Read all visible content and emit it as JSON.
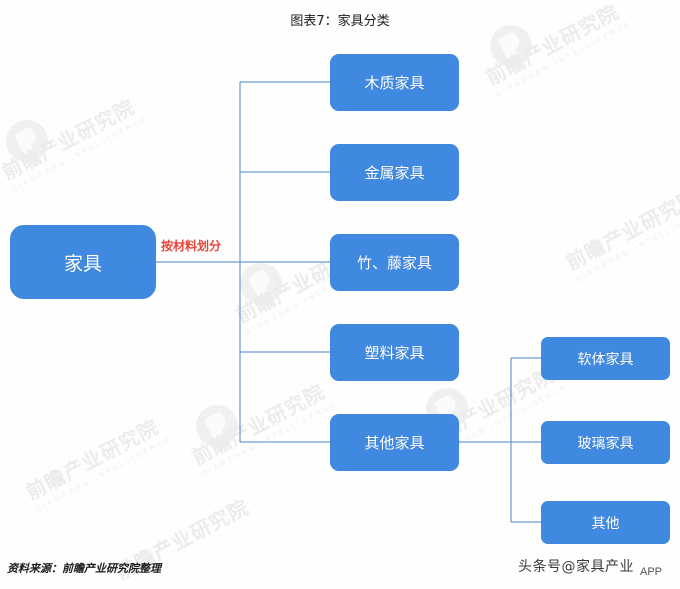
{
  "title": "图表7：家具分类",
  "colors": {
    "node_fill": "#4089e0",
    "node_text": "#ffffff",
    "edge_line": "#4a86c8",
    "edge_label": "#e8453c",
    "watermark": "#ececec"
  },
  "diagram": {
    "root": {
      "label": "家具"
    },
    "branch_label": "按材料划分",
    "level1": [
      {
        "label": "木质家具"
      },
      {
        "label": "金属家具"
      },
      {
        "label": "竹、藤家具"
      },
      {
        "label": "塑料家具"
      },
      {
        "label": "其他家具"
      }
    ],
    "level2_parent": "其他家具",
    "level2": [
      {
        "label": "软体家具"
      },
      {
        "label": "玻璃家具"
      },
      {
        "label": "其他"
      }
    ]
  },
  "footer": {
    "source": "资料来源：前瞻产业研究院整理",
    "byline": "头条号@家具产业",
    "app_tag": "APP"
  },
  "watermarks": {
    "text": "前瞻产业研究院",
    "subtext": "QIANZHAN INTELLIGENCE"
  }
}
